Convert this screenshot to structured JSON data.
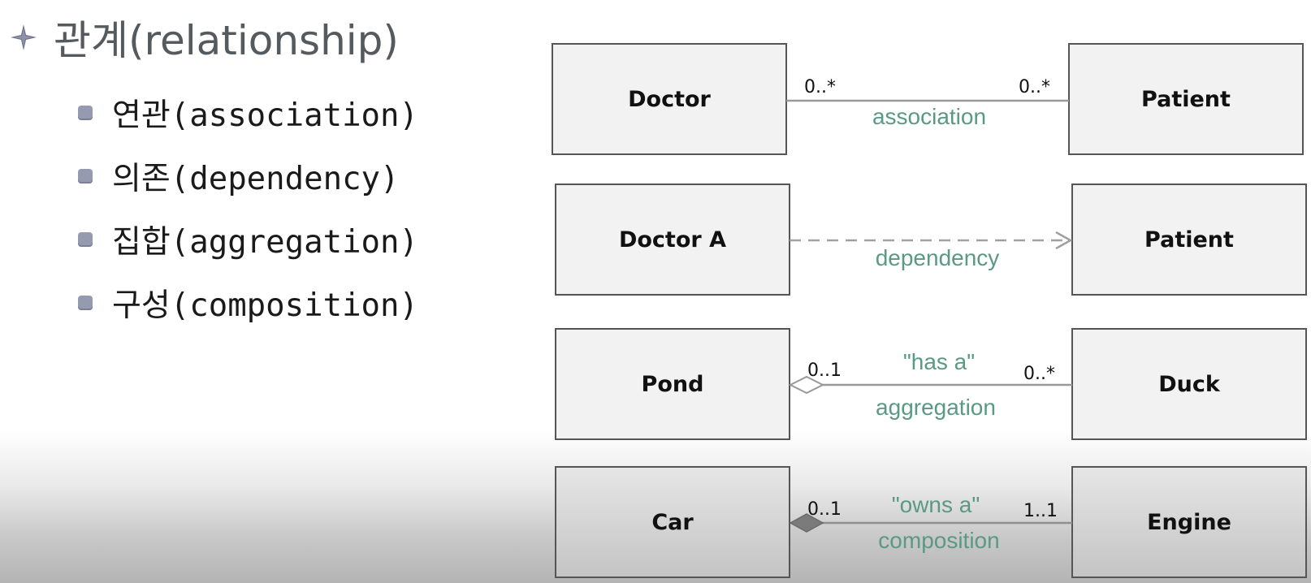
{
  "heading": {
    "text": "관계(relationship)"
  },
  "list_items": [
    {
      "text": "연관(association)"
    },
    {
      "text": "의존(dependency)"
    },
    {
      "text": "집합(aggregation)"
    },
    {
      "text": "구성(composition)"
    }
  ],
  "diagram": {
    "association": {
      "left_class": "Doctor",
      "right_class": "Patient",
      "left_multiplicity": "0..*",
      "right_multiplicity": "0..*",
      "label": "association"
    },
    "dependency": {
      "left_class": "Doctor A",
      "right_class": "Patient",
      "label": "dependency"
    },
    "aggregation": {
      "left_class": "Pond",
      "right_class": "Duck",
      "left_multiplicity": "0..1",
      "right_multiplicity": "0..*",
      "role": "\"has a\"",
      "label": "aggregation"
    },
    "composition": {
      "left_class": "Car",
      "right_class": "Engine",
      "left_multiplicity": "0..1",
      "right_multiplicity": "1..1",
      "role": "\"owns a\"",
      "label": "composition"
    }
  },
  "colors": {
    "label_green": "#5a9985",
    "bullet_purple": "#959ab0",
    "box_fill": "#f2f2f2",
    "composition_diamond": "#7b7b7b"
  }
}
